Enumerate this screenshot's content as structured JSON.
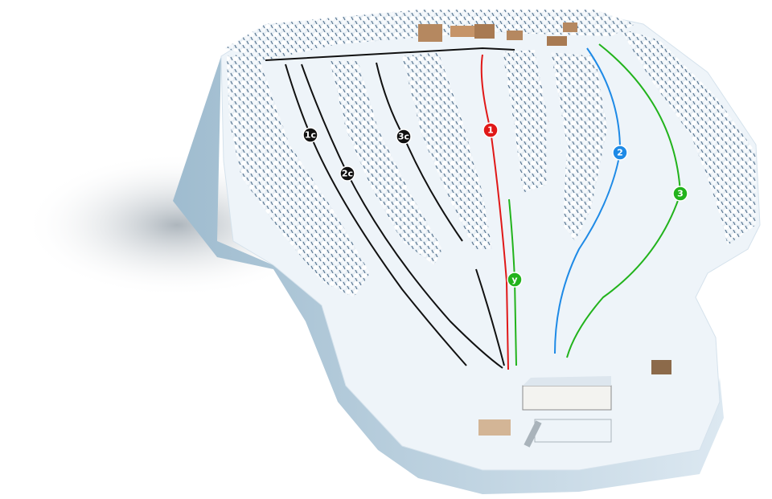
{
  "map": {
    "colors": {
      "black": "#111111",
      "red": "#e01818",
      "blue": "#1e8ae6",
      "green": "#22b31c",
      "snow": "#eef4f9",
      "cliff": "#c9dbe8"
    },
    "runs": [
      {
        "id": "1c",
        "label": "1c",
        "color": "#111111"
      },
      {
        "id": "2c",
        "label": "2c",
        "color": "#111111"
      },
      {
        "id": "3c",
        "label": "3c",
        "color": "#111111"
      },
      {
        "id": "1",
        "label": "1",
        "color": "#e01818"
      },
      {
        "id": "2",
        "label": "2",
        "color": "#1e8ae6"
      },
      {
        "id": "3",
        "label": "3",
        "color": "#22b31c"
      },
      {
        "id": "y",
        "label": "y",
        "color": "#22b31c"
      }
    ]
  }
}
